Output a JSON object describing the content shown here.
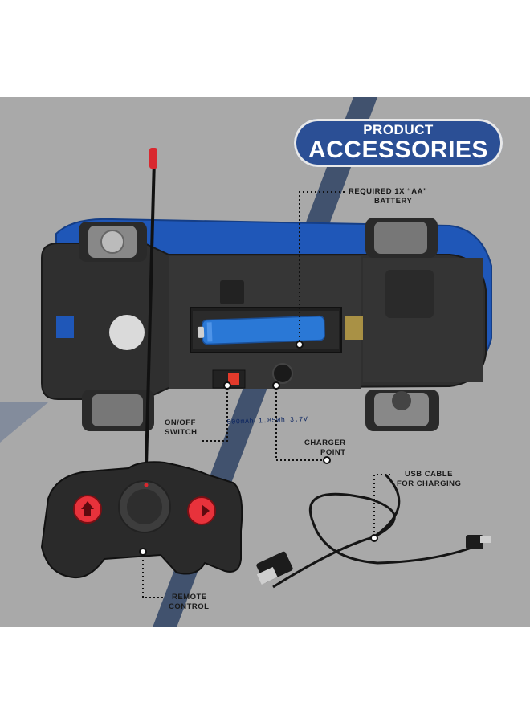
{
  "banner": {
    "line1": "PRODUCT",
    "line2": "ACCESSORIES"
  },
  "labels": {
    "battery": [
      "REQUIRED 1X “AA”",
      "BATTERY"
    ],
    "switch": [
      "ON/OFF",
      "SWITCH"
    ],
    "charger": [
      "CHARGER",
      "POINT"
    ],
    "usb": [
      "USB CABLE",
      "FOR CHARGING"
    ],
    "remote": [
      "REMOTE",
      "CONTROL"
    ]
  },
  "battery_print": "500mAh 1.85Wh 3.7V",
  "colors": {
    "background": "#a9a9a9",
    "stripe": "#41526e",
    "banner": "#2b4f95",
    "car_blue": "#1f57b8",
    "chassis": "#2f2f2f",
    "battery": "#2a78d6",
    "remote_body": "#2a2a2a",
    "remote_buttons": "#e8323b",
    "antenna_tip": "#d9282f"
  }
}
